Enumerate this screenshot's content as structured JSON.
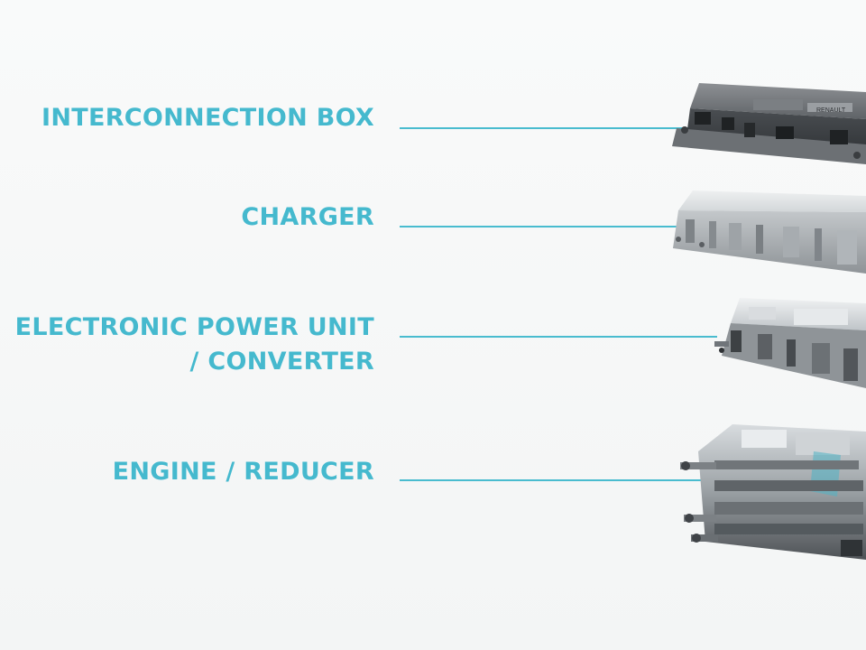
{
  "components": [
    {
      "id": "interconnection-box",
      "lines": [
        "INTERCONNECTION BOX"
      ]
    },
    {
      "id": "charger",
      "lines": [
        "CHARGER"
      ]
    },
    {
      "id": "electronic-power-unit",
      "lines": [
        "ELECTRONIC POWER UNIT",
        "/ CONVERTER"
      ]
    },
    {
      "id": "engine-reducer",
      "lines": [
        "ENGINE / REDUCER"
      ]
    }
  ],
  "colors": {
    "label": "#45b9ce",
    "leader": "#49bccf",
    "background": "#f6f7f7"
  }
}
